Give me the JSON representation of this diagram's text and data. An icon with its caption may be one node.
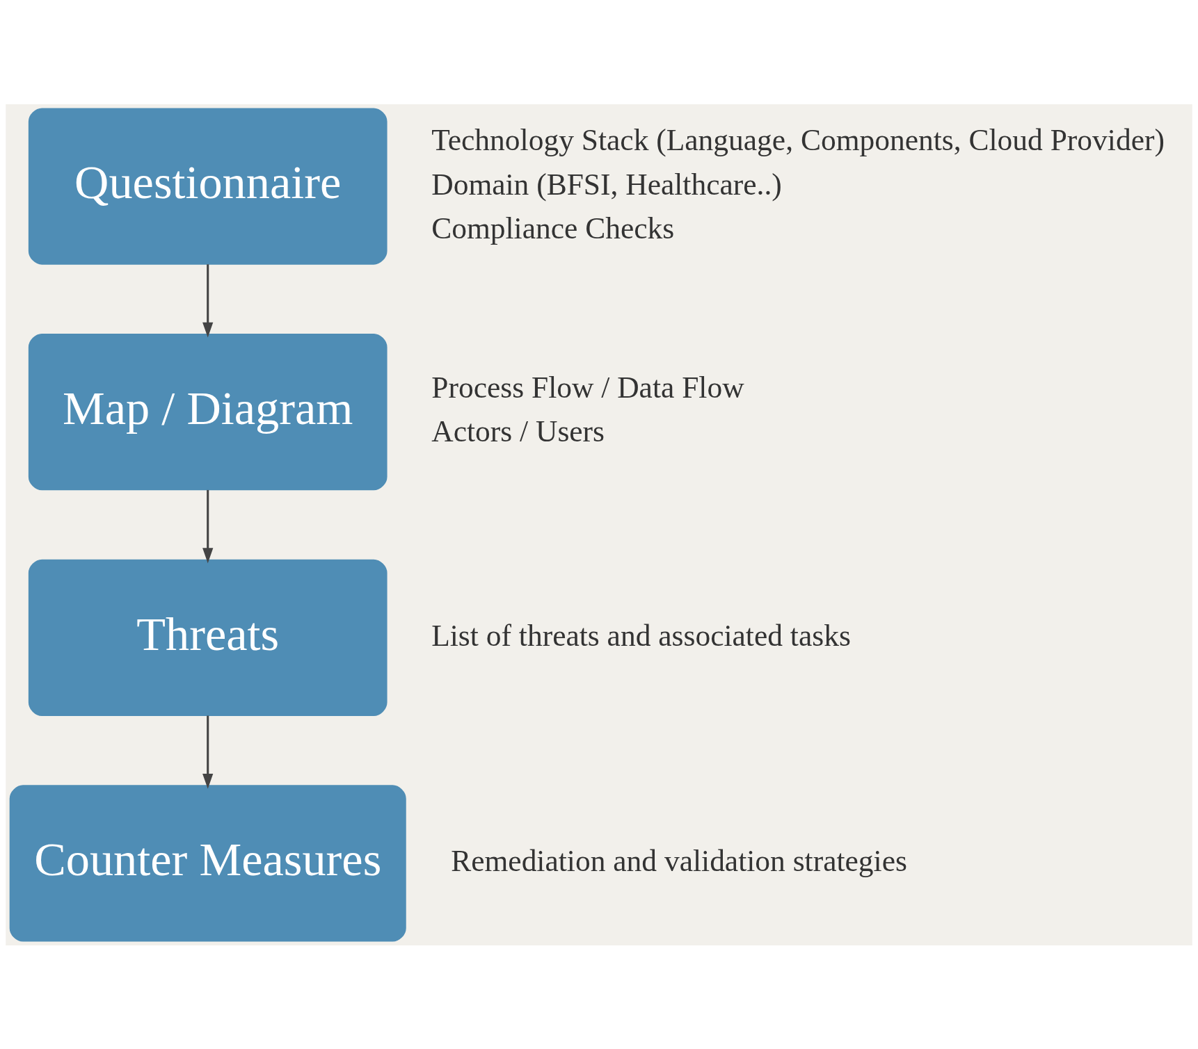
{
  "diagram": {
    "nodes": [
      {
        "text": [
          "Questionnaire"
        ],
        "beside": [
          "Technology Stack (Language, Components, Cloud Provider)",
          "Domain (BFSI, Healthcare..)",
          "Compliance Checks"
        ]
      },
      {
        "text": [
          "Map / Diagram"
        ],
        "beside": [
          "Process Flow / Data Flow",
          "Actors / Users"
        ]
      },
      {
        "text": [
          "Threats"
        ],
        "beside": [
          "List of threats and associated tasks"
        ]
      },
      {
        "text": [
          "Counter Measures"
        ],
        "beside": [
          "Remediation and validation strategies"
        ]
      }
    ],
    "edges": [
      {
        "from": 0,
        "to": 1,
        "arrow": "to"
      },
      {
        "from": 1,
        "to": 2,
        "arrow": "to"
      },
      {
        "from": 2,
        "to": 3,
        "arrow": "to"
      }
    ]
  }
}
